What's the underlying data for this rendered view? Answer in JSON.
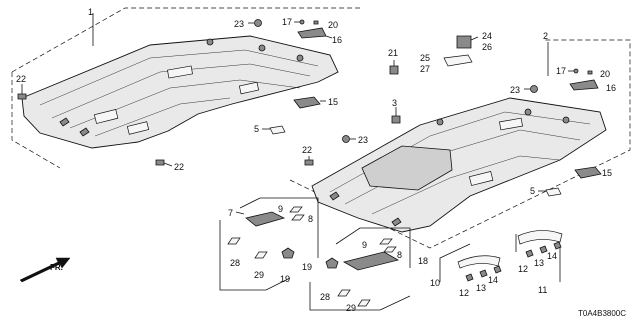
{
  "diagram": {
    "diagram_code": "T0A4B3800C",
    "direction_label": "FR.",
    "callouts": {
      "c1": "1",
      "c2": "2",
      "c3": "3",
      "c5a": "5",
      "c5b": "5",
      "c7": "7",
      "c8a": "8",
      "c8b": "8",
      "c9a": "9",
      "c9b": "9",
      "c10": "10",
      "c11": "11",
      "c12a": "12",
      "c12b": "12",
      "c13a": "13",
      "c13b": "13",
      "c14a": "14",
      "c14b": "14",
      "c15a": "15",
      "c15b": "15",
      "c16a": "16",
      "c16b": "16",
      "c17a": "17",
      "c17b": "17",
      "c18": "18",
      "c19a": "19",
      "c19b": "19",
      "c20a": "20",
      "c20b": "20",
      "c21": "21",
      "c22a": "22",
      "c22b": "22",
      "c22c": "22",
      "c23a": "23",
      "c23b": "23",
      "c23c": "23",
      "c24": "24",
      "c25": "25",
      "c26": "26",
      "c27": "27",
      "c28a": "28",
      "c28b": "28",
      "c29a": "29",
      "c29b": "29"
    }
  }
}
